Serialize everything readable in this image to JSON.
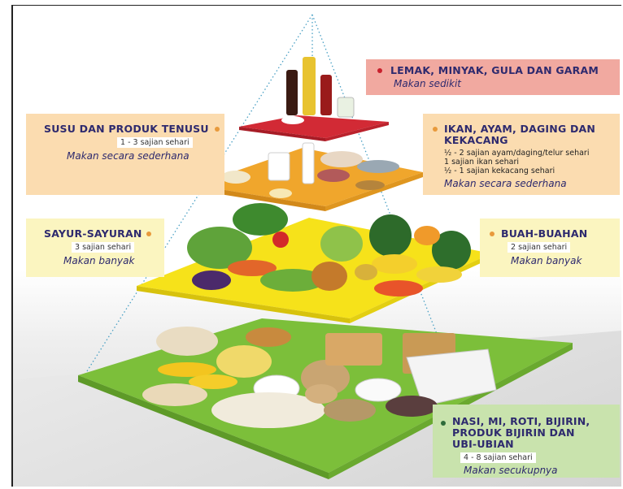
{
  "colors": {
    "fats_box": "#f1a9a0",
    "dairy_box": "#fbdcb0",
    "protein_box": "#fbdcb0",
    "veg_box": "#fbf5c0",
    "fruit_box": "#fbf5c0",
    "grain_box": "#c9e3ad",
    "title_text": "#2e2a6e",
    "tier_top": "#d22a35",
    "tier_second": "#f0a62c",
    "tier_third": "#f6e21a",
    "tier_base": "#7cbf3a"
  },
  "fats": {
    "title": "LEMAK, MINYAK, GULA DAN GARAM",
    "note": "Makan sedikit"
  },
  "dairy": {
    "title": "SUSU DAN PRODUK TENUSU",
    "serving": "1 - 3 sajian sehari",
    "note": "Makan secara sederhana"
  },
  "protein": {
    "title_line1": "IKAN, AYAM, DAGING DAN",
    "title_line2": "KEKACANG",
    "serving_line1": "½ - 2 sajian ayam/daging/telur sehari",
    "serving_line2": "1 sajian ikan sehari",
    "serving_line3": "½ - 1 sajian kekacang sehari",
    "note": "Makan secara sederhana"
  },
  "vegetables": {
    "title": "SAYUR-SAYURAN",
    "serving": "3 sajian sehari",
    "note": "Makan banyak"
  },
  "fruits": {
    "title": "BUAH-BUAHAN",
    "serving": "2 sajian sehari",
    "note": "Makan banyak"
  },
  "grains": {
    "title_line1": "NASI, MI, ROTI, BIJIRIN,",
    "title_line2": "PRODUK BIJIRIN DAN",
    "title_line3": "UBI-UBIAN",
    "serving": "4 - 8 sajian sehari",
    "note": "Makan secukupnya"
  },
  "icons": {
    "fats_bullet": "red-dot",
    "dairy_bullet": "orange-dot",
    "protein_bullet": "orange-dot",
    "veg_bullet": "orange-dot",
    "fruit_bullet": "orange-dot",
    "grain_bullet": "green-dot"
  }
}
